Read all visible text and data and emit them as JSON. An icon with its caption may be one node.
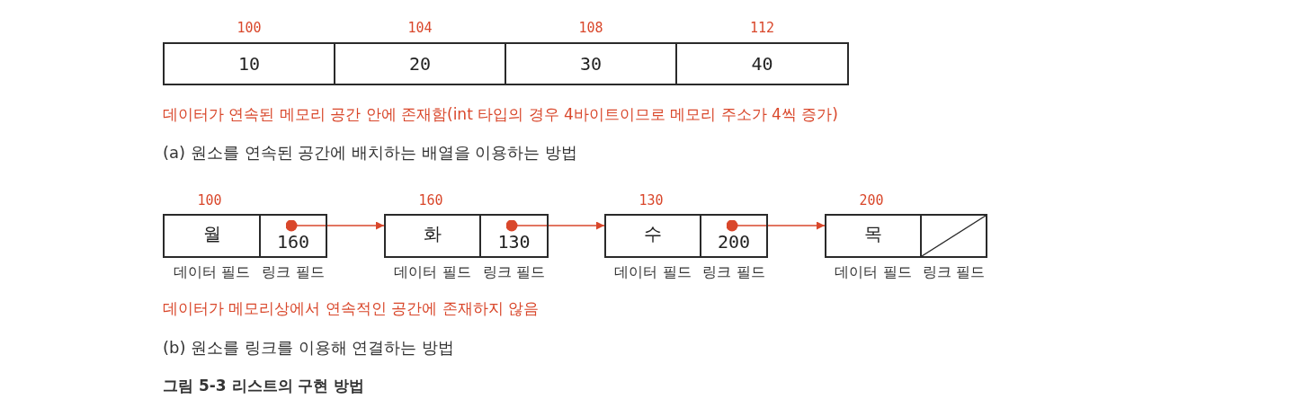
{
  "diagram": {
    "caption": "그림 5-3 리스트의 구현 방법",
    "nodes": [
      {
        "text": [
          "10"
        ],
        "beside": [
          "100"
        ]
      },
      {
        "text": [
          "20"
        ],
        "beside": [
          "104"
        ]
      },
      {
        "text": [
          "30"
        ],
        "beside": [
          "108"
        ]
      },
      {
        "text": [
          "40"
        ],
        "beside": [
          "112"
        ]
      },
      {
        "text": [],
        "shape": "box",
        "beside": [
          "100"
        ]
      },
      {
        "text": [
          "월"
        ],
        "in": 4,
        "beside": [
          "데이터 필드"
        ]
      },
      {
        "text": [
          "160"
        ],
        "in": 4,
        "beside": [
          "링크 필드"
        ]
      },
      {
        "text": [],
        "shape": "box",
        "beside": [
          "160"
        ]
      },
      {
        "text": [
          "화"
        ],
        "in": 7,
        "beside": [
          "데이터 필드"
        ]
      },
      {
        "text": [
          "130"
        ],
        "in": 7,
        "beside": [
          "링크 필드"
        ]
      },
      {
        "text": [],
        "shape": "box",
        "beside": [
          "130"
        ]
      },
      {
        "text": [
          "수"
        ],
        "in": 10,
        "beside": [
          "데이터 필드"
        ]
      },
      {
        "text": [
          "200"
        ],
        "in": 10,
        "beside": [
          "링크 필드"
        ]
      },
      {
        "text": [],
        "shape": "box",
        "beside": [
          "200"
        ]
      },
      {
        "text": [
          "목"
        ],
        "in": 13,
        "beside": [
          "데이터 필드"
        ]
      },
      {
        "text": [],
        "shape": "box",
        "in": 13,
        "beside": [
          "링크 필드"
        ]
      }
    ],
    "edges": [
      {
        "from": 6,
        "to": 7,
        "arrow": "to"
      },
      {
        "from": 9,
        "to": 10,
        "arrow": "to"
      },
      {
        "from": 12,
        "to": 13,
        "arrow": "to"
      }
    ],
    "labels": [
      "데이터가 연속된 메모리 공간 안에 존재함(int 타입의 경우 4바이트이므로 메모리 주소가 4씩 증가)",
      "(a) 원소를 연속된 공간에 배치하는 배열을 이용하는 방법",
      "데이터가 메모리상에서 연속적인 공간에 존재하지 않음",
      "(b) 원소를 링크를 이용해 연결하는 방법"
    ]
  }
}
